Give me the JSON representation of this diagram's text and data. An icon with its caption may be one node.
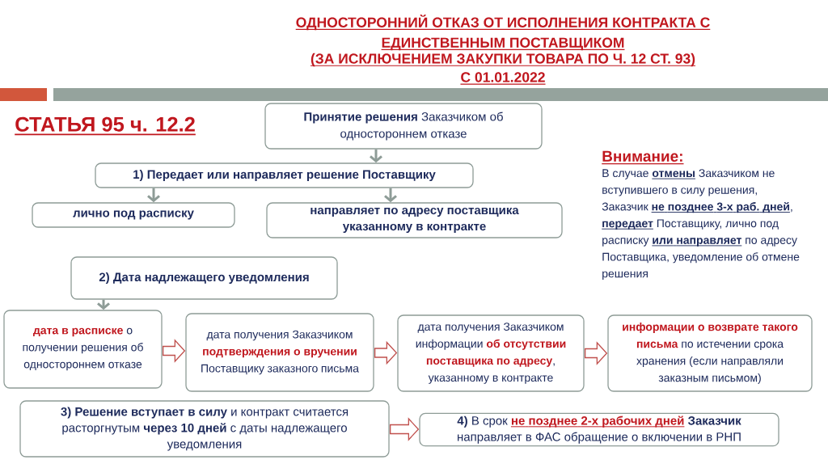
{
  "diagram": {
    "title": "ОДНОСТОРОННИЙ ОТКАЗ ОТ ИСПОЛНЕНИЯ КОНТРАКТА С ЕДИНСТВЕННЫМ ПОСТАВЩИКОМ",
    "nodes": [
      {
        "text": [
          "**Принятие решения** Заказчиком об одностороннем отказе"
        ]
      },
      {
        "text": [
          "1) Передает или направляет решение Поставщику"
        ]
      },
      {
        "text": [
          "лично под расписку"
        ]
      },
      {
        "text": [
          "направляет по адресу поставщика указанному в контракте"
        ]
      },
      {
        "text": [
          "2) Дата надлежащего уведомления"
        ]
      },
      {
        "text": [
          "**дата в расписке** о получении решения об одностороннем отказе"
        ]
      },
      {
        "text": [
          "дата получения Заказчиком **подтверждения о вручении** Поставщику заказного письма"
        ]
      },
      {
        "text": [
          "дата получения Заказчиком информации **об отсутствии поставщика по адресу**, указанному в контракте"
        ]
      },
      {
        "text": [
          "**информации о возврате такого письма** по истечении срока хранения (если направляли заказным письмом)"
        ]
      },
      {
        "text": [
          "**3) Решение вступает в силу** и контракт считается расторгнутым **через 10 дней** с даты надлежащего уведомления"
        ]
      },
      {
        "text": [
          "**4)** В срок **не позднее 2-х рабочих дней** **Заказчик** направляет в ФАС обращение о включении в РНП"
        ]
      }
    ],
    "edges": [
      {
        "from": 0,
        "to": 1,
        "arrow": "to"
      },
      {
        "from": 1,
        "to": 2,
        "arrow": "to"
      },
      {
        "from": 1,
        "to": 3,
        "arrow": "to"
      },
      {
        "from": 4,
        "to": 5,
        "arrow": "to"
      },
      {
        "from": 5,
        "to": 6,
        "arrow": "to",
        "style": "thick",
        "color": "#c0504d"
      },
      {
        "from": 6,
        "to": 7,
        "arrow": "to",
        "style": "thick",
        "color": "#c0504d"
      },
      {
        "from": 7,
        "to": 8,
        "arrow": "to",
        "style": "thick",
        "color": "#c0504d"
      },
      {
        "from": 9,
        "to": 10,
        "arrow": "to",
        "style": "thick",
        "color": "#c0504d"
      }
    ],
    "labels": [
      "(ЗА ИСКЛЮЧЕНИЕМ ЗАКУПКИ ТОВАРА ПО Ч. 12 СТ. 93)",
      "С 01.01.2022",
      "СТАТЬЯ 95 ч. 12.2",
      "Внимание:",
      "В случае **отмены** Заказчиком не вступившего в силу решения, Заказчик **не позднее 3-х раб. дней**, **передает** Поставщику, лично под расписку **или направляет** по адресу Поставщика, уведомление об отмене решения"
    ]
  }
}
